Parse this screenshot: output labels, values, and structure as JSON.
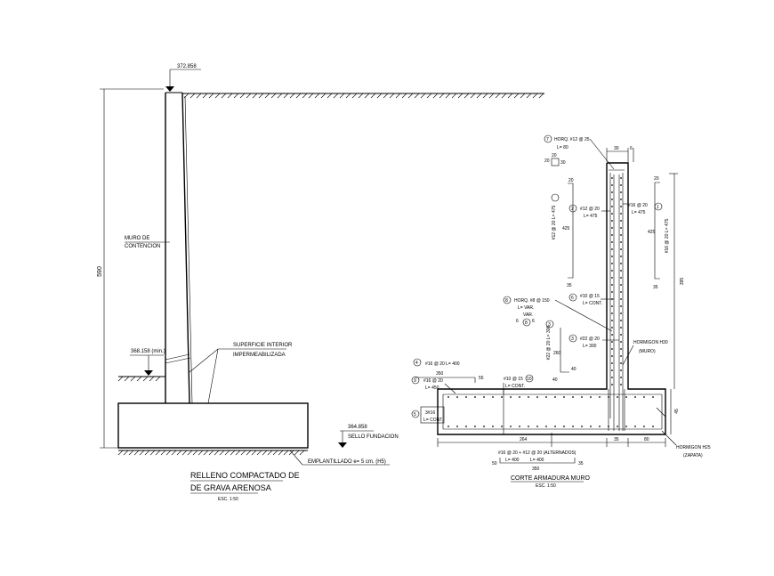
{
  "left_section": {
    "top_elevation": "372.858",
    "height_dim": "590",
    "wall_label_1": "MURO DE",
    "wall_label_2": "CONTENCION",
    "fill_elevation": "368.158 (min.)",
    "surface_label_1": "SUPERFICIE INTERIOR",
    "surface_label_2": "IMPERMEABILIZADA",
    "base_elevation": "364.858",
    "seal_label": "SELLO FUNDACION",
    "blinding_label": "EMPLANTILLADO e= 5 cm. (H5)",
    "backfill_label_1": "RELLENO COMPACTADO DE",
    "backfill_label_2": "DE GRAVA ARENOSA",
    "scale": "ESC. 1:50"
  },
  "right_section": {
    "title": "CORTE ARMADURA MURO",
    "scale": "ESC. 1:50",
    "marks": {
      "m1": "1",
      "m2": "2",
      "m3": "3",
      "m4": "4",
      "m5": "5",
      "m6": "6",
      "m7": "7",
      "m8": "8",
      "m9": "9",
      "m10": "10"
    },
    "bar7": "HORQ. #12 @ 25",
    "bar7_len": "L= 80",
    "bar7_dims": [
      "20",
      "30",
      "20"
    ],
    "top_dim_wall": "30",
    "top_dim_edge": "6",
    "bar2": "#12 @ 20",
    "bar2_len": "L= 475",
    "bar2_vert": "#12 @ 20 L= 475",
    "bar2_dims": [
      "20",
      "425",
      "35"
    ],
    "bar1": "#16 @ 20",
    "bar1_len": "L= 475",
    "bar1_vert": "#16 @ 20 L= 475",
    "bar1_dims": [
      "20",
      "425",
      "35"
    ],
    "wall_height": "395",
    "bar8": "HORQ. #8 @ 150",
    "bar8_len": "L= VAR.",
    "bar8_var": "VAR.",
    "bar8_dims": [
      "6",
      "6"
    ],
    "bar6": "#10 @ 15",
    "bar6_len": "L= CONT.",
    "bar3": "#22 @ 20",
    "bar3_len": "L= 300",
    "bar3_vert": "#22 @ 20 L= 300",
    "bar3_dims": [
      "40",
      "260",
      "40"
    ],
    "concrete_wall": "HORMIGON H30",
    "concrete_wall_sub": "(MURO)",
    "bar4": "#16 @ 20 L= 400",
    "bar4_dims": [
      "350",
      "55"
    ],
    "bar9": "#16 @ 20",
    "bar9_len": "L= 450",
    "bar10": "#10 @ 15",
    "bar10_len": "L= CONT.",
    "bar5": "3#16",
    "bar5_len": "L= CONT.",
    "footing_height": "45",
    "bottom_dims": [
      "264",
      "35",
      "80"
    ],
    "bottom_bar": "#16 @ 20 + #12 @ 20 (ALTERNADOS)",
    "bottom_bar_len_a": "L= 400",
    "bottom_bar_len_b": "L= 400",
    "bottom_bar_dims": [
      "50",
      "350",
      "35"
    ],
    "concrete_footing": "HORMIGON H25",
    "concrete_footing_sub": "(ZAPATA)"
  }
}
